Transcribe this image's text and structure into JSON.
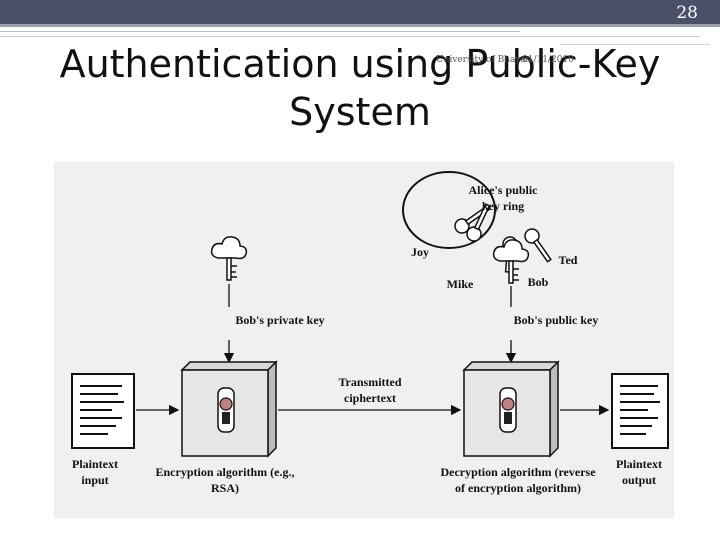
{
  "slide": {
    "number": "28",
    "title": "Authentication using Public-Key System",
    "footer_org": "University of Bhayas",
    "footer_date": "01/11/2010"
  },
  "diagram": {
    "ring_label": "Alice's public key ring",
    "key_owners": [
      "Joy",
      "Mike",
      "Bob",
      "Ted"
    ],
    "private_key_label": "Bob's private key",
    "public_key_label": "Bob's public key",
    "transmitted_label": "Transmitted ciphertext",
    "plaintext_input_label": "Plaintext input",
    "plaintext_output_label": "Plaintext output",
    "encryption_label": "Encryption algorithm (e.g., RSA)",
    "decryption_label": "Decryption algorithm (reverse of encryption algorithm)"
  },
  "colors": {
    "top_bar": "#4a5068",
    "diagram_bg": "#f0f0f0"
  }
}
